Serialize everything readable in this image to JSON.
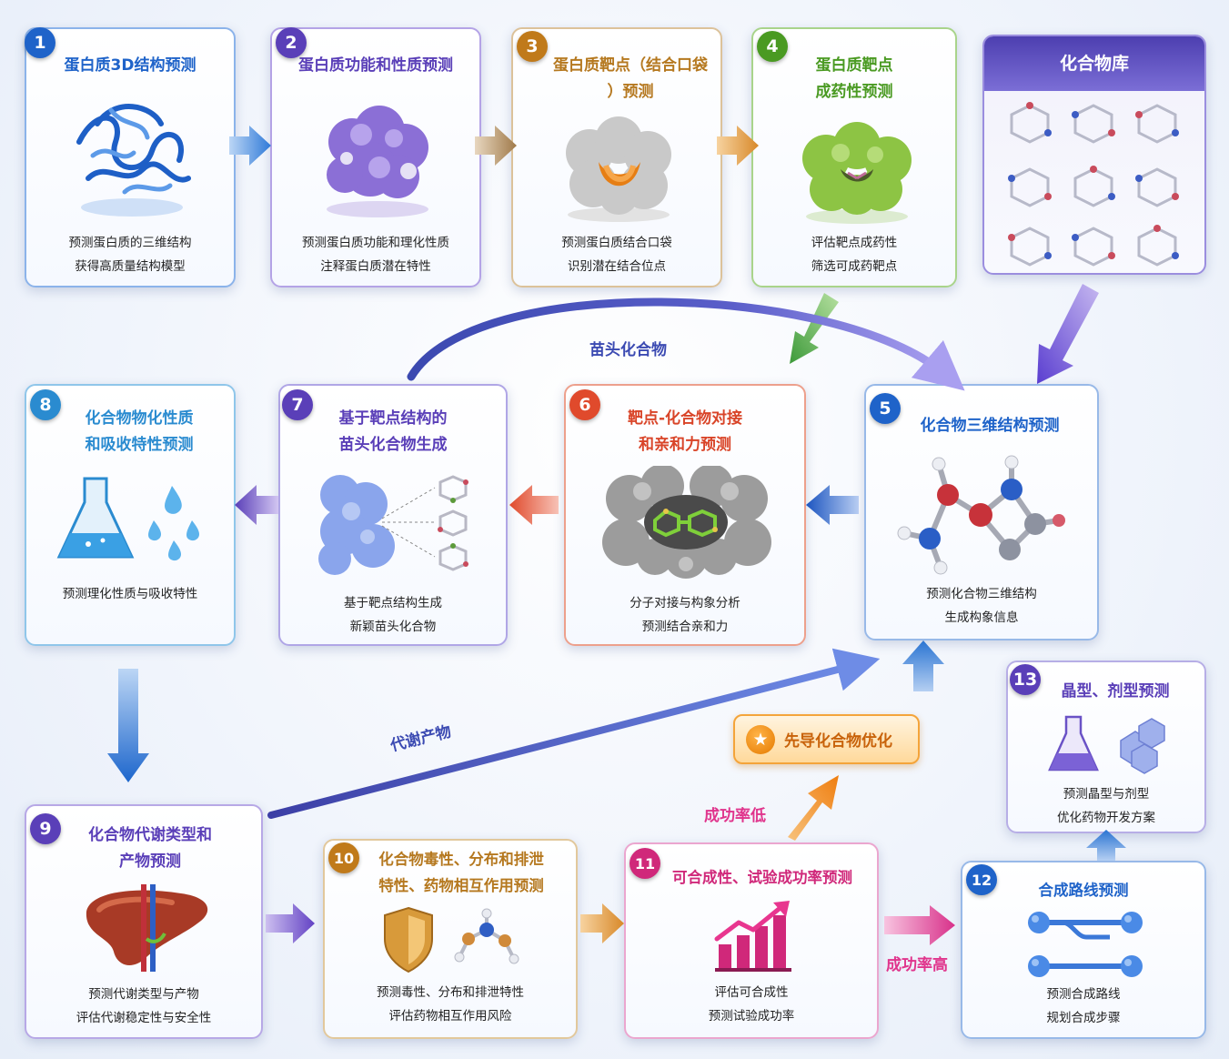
{
  "nodes": {
    "n1": {
      "num": "1",
      "title": [
        "蛋白质3D结构预测"
      ],
      "desc": [
        "预测蛋白质的三维结构",
        "获得高质量结构模型"
      ]
    },
    "n2": {
      "num": "2",
      "title": [
        "蛋白质功能和性质预测"
      ],
      "desc": [
        "预测蛋白质功能和理化性质",
        "注释蛋白质潜在特性"
      ]
    },
    "n3": {
      "num": "3",
      "title": [
        "蛋白质靶点（结合口袋",
        "）预测"
      ],
      "desc": [
        "预测蛋白质结合口袋",
        "识别潜在结合位点"
      ]
    },
    "n4": {
      "num": "4",
      "title": [
        "蛋白质靶点",
        "成药性预测"
      ],
      "desc": [
        "评估靶点成药性",
        "筛选可成药靶点"
      ]
    },
    "lib": {
      "title": "化合物库"
    },
    "n5": {
      "num": "5",
      "title": [
        "化合物三维结构预测"
      ],
      "desc": [
        "预测化合物三维结构",
        "生成构象信息"
      ]
    },
    "n6": {
      "num": "6",
      "title": [
        "靶点-化合物对接",
        "和亲和力预测"
      ],
      "desc": [
        "分子对接与构象分析",
        "预测结合亲和力"
      ]
    },
    "n7": {
      "num": "7",
      "title": [
        "基于靶点结构的",
        "苗头化合物生成"
      ],
      "desc": [
        "基于靶点结构生成",
        "新颖苗头化合物"
      ]
    },
    "n8": {
      "num": "8",
      "title": [
        "化合物物化性质",
        "和吸收特性预测"
      ],
      "desc": [
        "预测理化性质与吸收特性"
      ]
    },
    "n9": {
      "num": "9",
      "title": [
        "化合物代谢类型和",
        "产物预测"
      ],
      "desc": [
        "预测代谢类型与产物",
        "评估代谢稳定性与安全性"
      ]
    },
    "n10": {
      "num": "10",
      "title": [
        "化合物毒性、分布和排泄",
        "特性、药物相互作用预测"
      ],
      "desc": [
        "预测毒性、分布和排泄特性",
        "评估药物相互作用风险"
      ]
    },
    "n11": {
      "num": "11",
      "title": [
        "可合成性、试验成功率预测"
      ],
      "desc": [
        "评估可合成性",
        "预测试验成功率"
      ]
    },
    "n12": {
      "num": "12",
      "title": [
        "合成路线预测"
      ],
      "desc": [
        "预测合成路线",
        "规划合成步骤"
      ]
    },
    "n13": {
      "num": "13",
      "title": [
        "晶型、剂型预测"
      ],
      "desc": [
        "预测晶型与剂型",
        "优化药物开发方案"
      ]
    }
  },
  "labels": {
    "hit_compounds": "苗头化合物",
    "metabolites": "代谢产物",
    "low_success": "成功率低",
    "high_success": "成功率高",
    "lead_optimization": "先导化合物优化"
  },
  "colors": {
    "blue": "#1f63c9",
    "purple": "#5a3fb8",
    "brown": "#b5781f",
    "green": "#4a9a22",
    "red": "#d94428",
    "cyan": "#2a8bd0",
    "pink": "#d0287a",
    "orange": "#f08a1c"
  },
  "icons": {
    "n1": "protein-ribbon-icon",
    "n2": "protein-surface-icon",
    "n3": "binding-pocket-icon",
    "n4": "druggable-target-icon",
    "lib": "molecule-library-icon",
    "n5": "3d-molecule-icon",
    "n6": "docking-icon",
    "n7": "hit-generation-icon",
    "n8": "flask-droplets-icon",
    "n9": "liver-icon",
    "n10": "shield-molecule-icon",
    "n11": "growth-chart-icon",
    "n12": "synthesis-route-icon",
    "n13": "crystal-flask-icon",
    "lead": "star-icon"
  }
}
